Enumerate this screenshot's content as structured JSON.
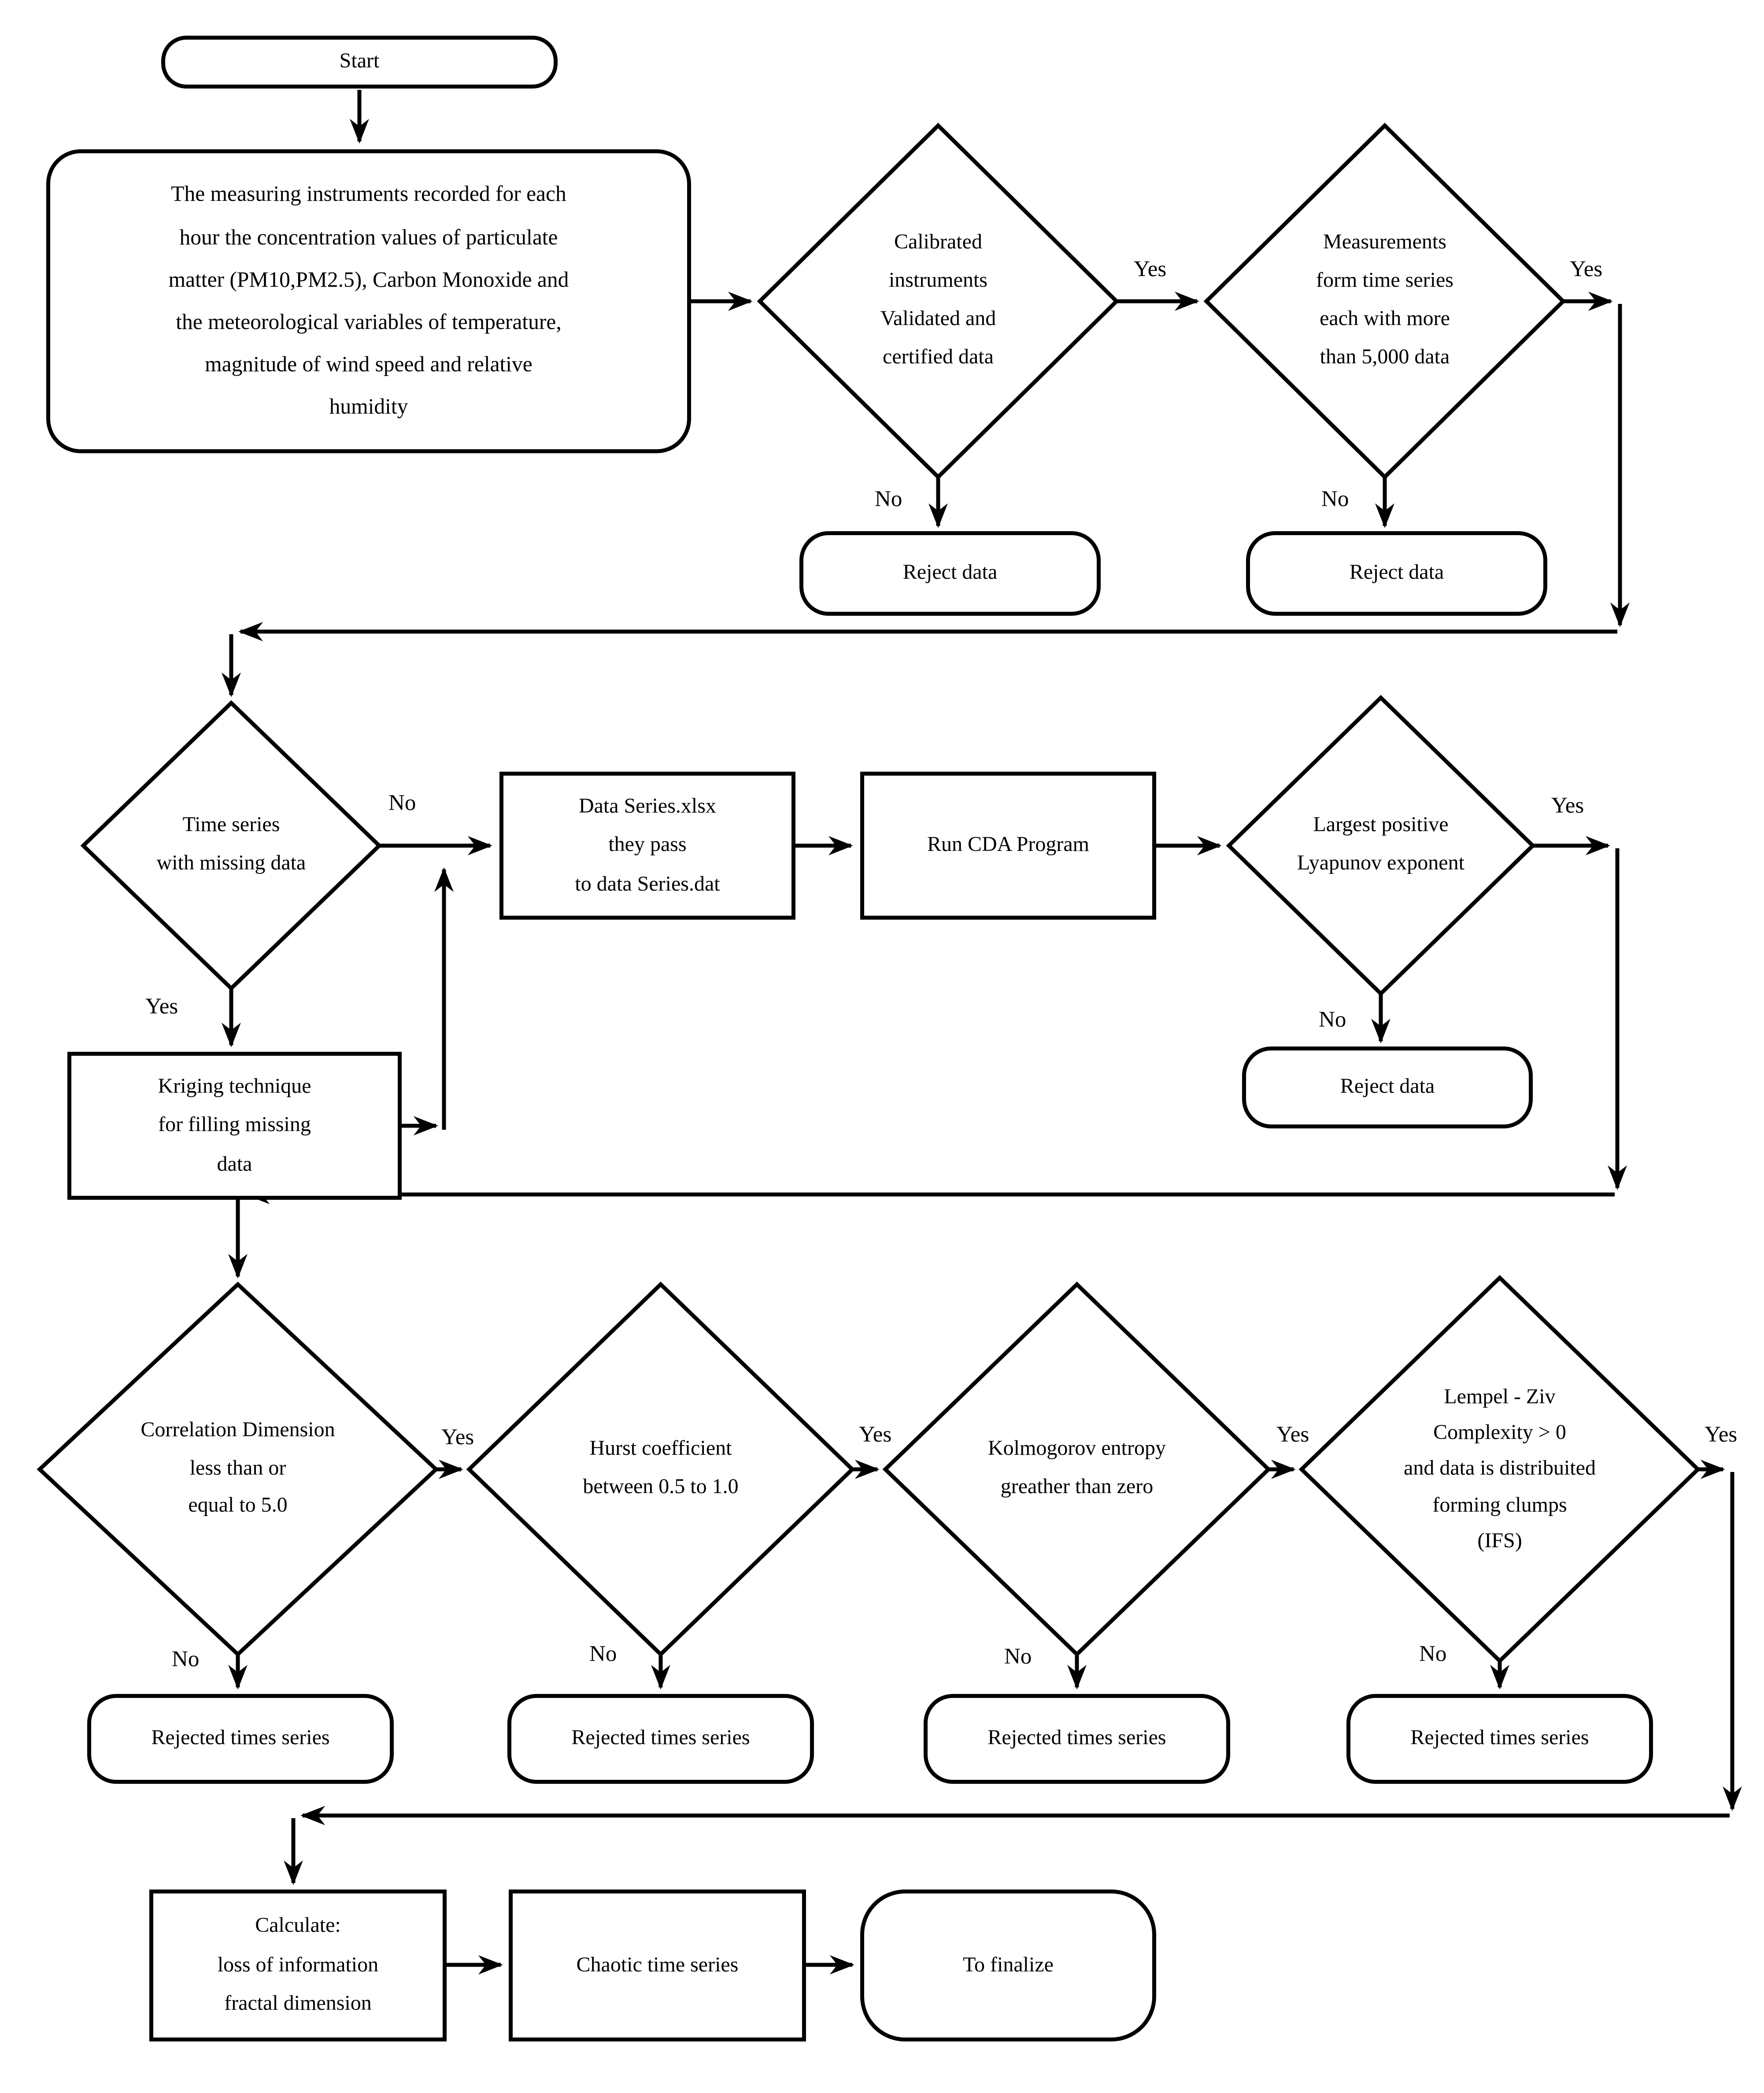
{
  "edge_labels": {
    "yes": "Yes",
    "no": "No"
  },
  "nodes": {
    "start": {
      "label": "Start"
    },
    "measuring": {
      "label": "The measuring instruments recorded for each\nhour the concentration values of particulate\nmatter (PM10,PM2.5), Carbon Monoxide and\nthe meteorological variables of temperature,\nmagnitude of wind speed and relative\nhumidity"
    },
    "calibrated": {
      "label": "Calibrated\ninstruments\nValidated and\ncertified data"
    },
    "measurements5000": {
      "label": "Measurements\nform time series\neach with more\nthan 5,000 data"
    },
    "reject_data_1": {
      "label": "Reject data"
    },
    "reject_data_2": {
      "label": "Reject data"
    },
    "missing_data": {
      "label": "Time series\nwith missing data"
    },
    "data_series": {
      "label": "Data Series.xlsx\nthey pass\nto data Series.dat"
    },
    "run_cda": {
      "label": "Run CDA Program"
    },
    "lyapunov": {
      "label": "Largest positive\nLyapunov exponent"
    },
    "kriging": {
      "label": "Kriging technique\nfor filling missing\ndata"
    },
    "reject_data_3": {
      "label": "Reject data"
    },
    "correlation": {
      "label": "Correlation Dimension\nless than or\nequal to 5.0"
    },
    "hurst": {
      "label": "Hurst coefficient\nbetween 0.5 to 1.0"
    },
    "kolmogorov": {
      "label": "Kolmogorov entropy\ngreather than zero"
    },
    "lempel_ziv": {
      "label": "Lempel - Ziv\nComplexity > 0\nand data is distribuited\nforming clumps\n(IFS)"
    },
    "rejected_1": {
      "label": "Rejected times series"
    },
    "rejected_2": {
      "label": "Rejected times series"
    },
    "rejected_3": {
      "label": "Rejected times series"
    },
    "rejected_4": {
      "label": "Rejected times series"
    },
    "calculate": {
      "label": "Calculate:\nloss of information\nfractal dimension"
    },
    "chaotic": {
      "label": "Chaotic time series"
    },
    "finalize": {
      "label": "To finalize"
    }
  },
  "colors": {
    "line": "#000000",
    "background": "#ffffff"
  }
}
